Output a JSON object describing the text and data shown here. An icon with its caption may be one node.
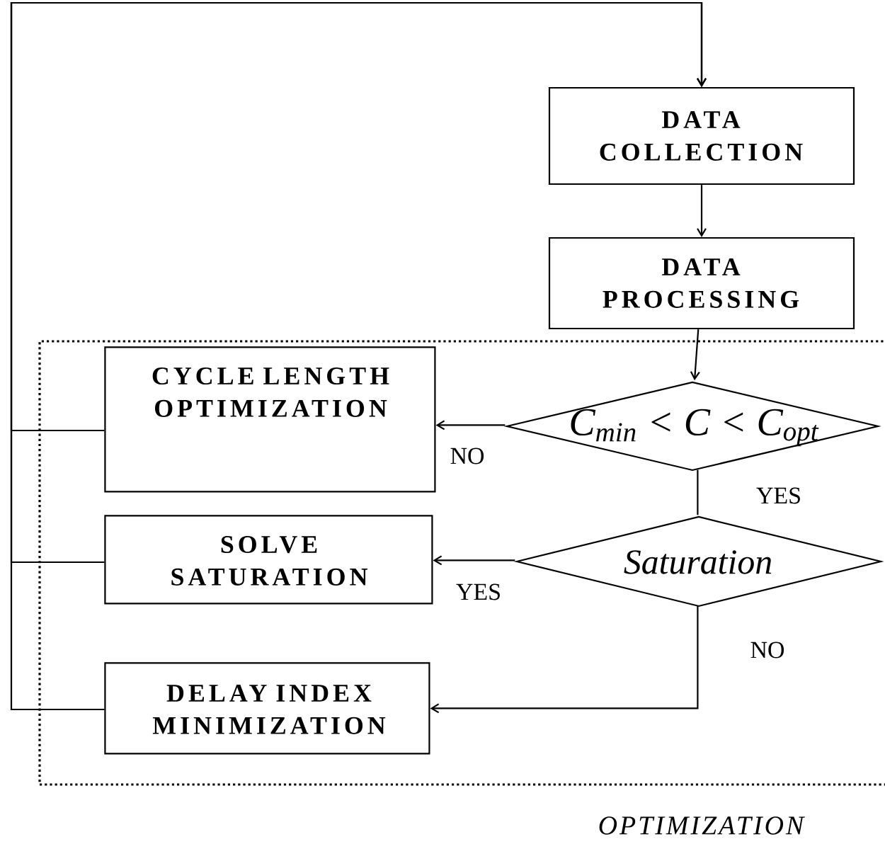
{
  "diagram": {
    "nodes": [
      {
        "text": [
          "OPTIMIZATION"
        ]
      },
      {
        "text": [
          "DATA COLLECTION"
        ]
      },
      {
        "text": [
          "DATA PROCESSING"
        ]
      },
      {
        "text": [
          "CYCLE LENGTH OPTIMIZATION"
        ],
        "in": 0
      },
      {
        "text": [
          "C$_{min}$ < C < C$_{opt}$"
        ],
        "in": 0
      },
      {
        "text": [
          "SOLVE SATURATION"
        ],
        "in": 0
      },
      {
        "text": [
          "Saturation"
        ],
        "in": 0
      },
      {
        "text": [
          "DELAY INDEX MINIMIZATION"
        ],
        "in": 0
      }
    ],
    "edges": [
      {
        "from": 3,
        "to": 1,
        "arrow": "to"
      },
      {
        "from": 5,
        "to": 1,
        "arrow": "to"
      },
      {
        "from": 7,
        "to": 1,
        "arrow": "to"
      },
      {
        "from": 1,
        "to": 2,
        "arrow": "to"
      },
      {
        "from": 2,
        "to": 4,
        "arrow": "to"
      },
      {
        "from": 4,
        "to": 3,
        "arrow": "to",
        "label": "NO"
      },
      {
        "from": 4,
        "to": 6,
        "arrow": "none",
        "label": "YES"
      },
      {
        "from": 6,
        "to": 5,
        "arrow": "to",
        "label": "YES"
      },
      {
        "from": 6,
        "to": 7,
        "arrow": "to",
        "label": "NO"
      }
    ]
  }
}
